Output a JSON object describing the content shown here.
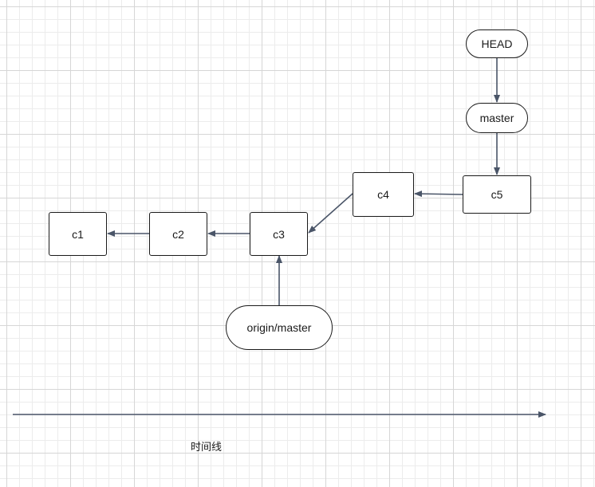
{
  "nodes": {
    "c1": "c1",
    "c2": "c2",
    "c3": "c3",
    "c4": "c4",
    "c5": "c5",
    "head": "HEAD",
    "master": "master",
    "origin_master": "origin/master"
  },
  "timeline_label": "时间线",
  "colors": {
    "arrow": "#4a5568",
    "border": "#1a1a1a",
    "grid": "#d6d6d6"
  }
}
